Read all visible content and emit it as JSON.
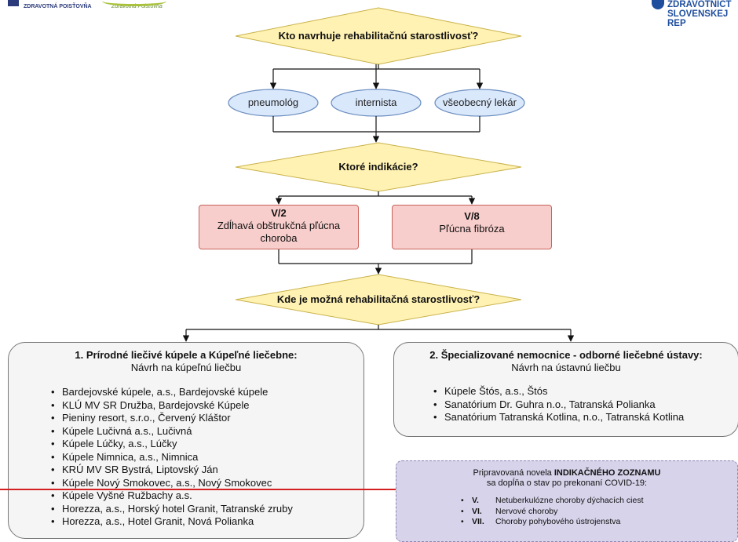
{
  "header": {
    "left_logo_1": "ZDRAVOTNÁ POISŤOVŇA",
    "left_logo_2": "Zdravotná Poisťovňa",
    "right_logo_line1": "ZDRAVOTNÍCT",
    "right_logo_line2": "SLOVENSKEJ REP"
  },
  "colors": {
    "diamond_fill": "#fff2b3",
    "diamond_stroke": "#c9b24a",
    "ellipse_fill": "#dae8fc",
    "ellipse_stroke": "#6c8ebf",
    "indication_fill": "#f8cecc",
    "indication_stroke": "#c9625a",
    "purple_fill": "#d7d3ea",
    "red_line": "#d42020"
  },
  "flow": {
    "q1": "Kto navrhuje rehabilitačnú starostlivosť?",
    "proposers": [
      "pneumológ",
      "internista",
      "všeobecný lekár"
    ],
    "q2": "Ktoré indikácie?",
    "indications": [
      {
        "code": "V/2",
        "label": "Zdĺhavá obštrukčná pľúcna choroba"
      },
      {
        "code": "V/8",
        "label": "Pľúcna fibróza"
      }
    ],
    "q3": "Kde je možná rehabilitačná starostlivosť?"
  },
  "spa_box": {
    "title": "1. Prírodné liečivé kúpele a Kúpeľné liečebne:",
    "subtitle": "Návrh na kúpeľnú liečbu",
    "items": [
      "Bardejovské kúpele, a.s., Bardejovské kúpele",
      "KLÚ MV SR Družba, Bardejovské Kúpele",
      "Pieniny resort, s.r.o., Červený Kláštor",
      "Kúpele Lučivná a.s., Lučivná",
      "Kúpele Lúčky, a.s., Lúčky",
      "Kúpele Nimnica, a.s., Nimnica",
      "KRÚ MV SR Bystrá, Liptovský Ján",
      "Kúpele Nový Smokovec, a.s., Nový Smokovec",
      "Kúpele Vyšné Ružbachy a.s.",
      "Horezza, a.s., Horský hotel Granit, Tatranské zruby",
      "Horezza, a.s., Hotel Granit, Nová Polianka"
    ]
  },
  "hospital_box": {
    "title": "2. Špecializované nemocnice - odborné liečebné ústavy:",
    "subtitle": "Návrh na ústavnú liečbu",
    "items": [
      "Kúpele Štós, a.s., Štós",
      "Sanatórium Dr. Guhra n.o., Tatranská Polianka",
      "Sanatórium Tatranská Kotlina, n.o., Tatranská Kotlina"
    ]
  },
  "novela_box": {
    "title_prefix": "Pripravovaná novela ",
    "title_bold": "INDIKAČNÉHO ZOZNAMU",
    "subtitle": "sa dopĺňa o stav po prekonaní COVID-19:",
    "items": [
      {
        "num": "V.",
        "label": "Netuberkulózne choroby dýchacích ciest"
      },
      {
        "num": "VI.",
        "label": "Nervové choroby"
      },
      {
        "num": "VII.",
        "label": "Choroby pohybového ústrojenstva"
      }
    ]
  }
}
